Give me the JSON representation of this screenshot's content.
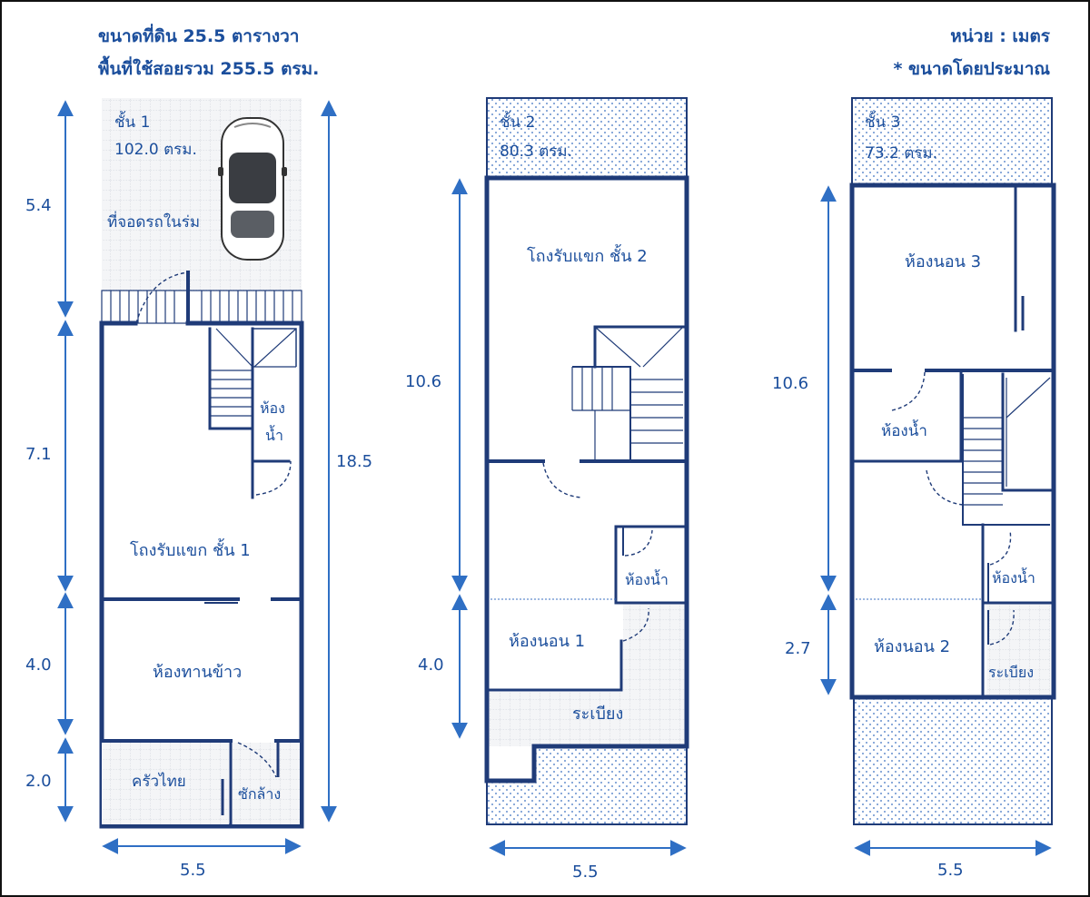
{
  "header": {
    "land_size": "ขนาดที่ดิน 25.5 ตารางวา",
    "usable_area": "พื้นที่ใช้สอยรวม 255.5 ตรม.",
    "unit": "หน่วย : เมตร",
    "approx_note": "* ขนาดโดยประมาณ"
  },
  "floor1": {
    "title": "ชั้น 1",
    "area": "102.0 ตรม.",
    "rooms": {
      "parking": "ที่จอดรถในร่ม",
      "bath_line1": "ห้อง",
      "bath_line2": "น้ำ",
      "lobby": "โถงรับแขก ชั้น 1",
      "dining": "ห้องทานข้าว",
      "thai_kitchen": "ครัวไทย",
      "laundry": "ซักล้าง"
    },
    "dims": {
      "d1": "5.4",
      "d2": "7.1",
      "d3": "4.0",
      "d4": "2.0",
      "total": "18.5",
      "width": "5.5"
    }
  },
  "floor2": {
    "title": "ชั้น 2",
    "area": "80.3 ตรม.",
    "rooms": {
      "lobby": "โถงรับแขก ชั้น 2",
      "bath": "ห้องน้ำ",
      "bedroom": "ห้องนอน 1",
      "balcony": "ระเบียง"
    },
    "dims": {
      "d1": "10.6",
      "d2": "4.0",
      "width": "5.5"
    }
  },
  "floor3": {
    "title": "ชั้น 3",
    "area": "73.2 ตรม.",
    "rooms": {
      "bedroom3": "ห้องนอน 3",
      "bath_a": "ห้องน้ำ",
      "bath_b": "ห้องน้ำ",
      "bedroom2": "ห้องนอน 2",
      "balcony": "ระเบียง"
    },
    "dims": {
      "d1": "10.6",
      "d2": "2.7",
      "width": "5.5"
    }
  },
  "colors": {
    "wall": "#1f3b78",
    "text": "#1b4e9c",
    "dimension": "#2f6fc4",
    "tile_grid": "#c6cbd4",
    "dot_pattern": "#3a6fc0"
  }
}
